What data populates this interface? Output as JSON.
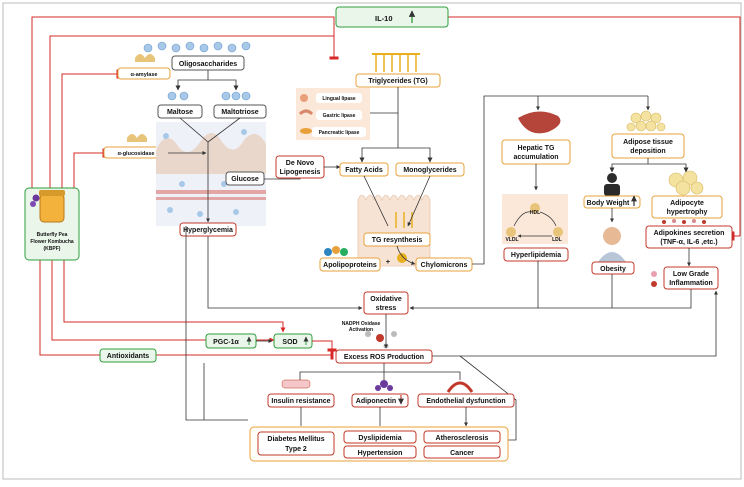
{
  "il10": "IL-10",
  "kbpf": {
    "line1": "Butterfly Pea",
    "line2": "Flower Kombucha",
    "line3": "(KBPF)"
  },
  "enzymes": {
    "amylase": "α-amylase",
    "glucosidase": "α-glucosidase"
  },
  "digestion": {
    "oligosaccharides": "Oligosaccharides",
    "maltose": "Maltose",
    "maltotriose": "Maltotriose",
    "glucose": "Glucose",
    "hyperglycemia": "Hyperglycemia"
  },
  "lipases": {
    "lingual": "Lingual lipase",
    "gastric": "Gastric lipase",
    "pancreatic": "Pancreatic lipase"
  },
  "lipid": {
    "triglycerides": "Triglycerides (TG)",
    "de_novo_1": "De Novo",
    "de_novo_2": "Lipogenesis",
    "fatty_acids": "Fatty Acids",
    "monoglycerides": "Monoglycerides",
    "tg_resynthesis": "TG resynthesis",
    "apolipoproteins": "Apolipoproteins",
    "plus": "+",
    "chylomicrons": "Chylomicrons"
  },
  "liver": {
    "hepatic_1": "Hepatic TG",
    "hepatic_2": "accumulation",
    "hdl": "HDL",
    "vldl": "VLDL",
    "ldl": "LDL",
    "hyperlipidemia": "Hyperlipidemia"
  },
  "adipose": {
    "deposition_1": "Adipose tissue",
    "deposition_2": "deposition",
    "body_weight": "Body Weight",
    "obesity": "Obesity",
    "hypertrophy_1": "Adipocyte",
    "hypertrophy_2": "hypertrophy",
    "adipokines_1": "Adipokines secretion",
    "adipokines_2": "(TNF-α, IL-6 ,etc.)",
    "inflammation_1": "Low Grade",
    "inflammation_2": "Inflammation"
  },
  "stress": {
    "oxidative_1": "Oxidative",
    "oxidative_2": "stress",
    "nadph_1": "NADPH Oxidase",
    "nadph_2": "Activation",
    "pgc": "PGC-1α",
    "sod": "SOD",
    "antioxidants": "Antioxidants",
    "ros": "Excess ROS Production"
  },
  "outcomes": {
    "insulin": "Insulin resistance",
    "adiponectin": "Adiponectin",
    "endothelial": "Endothelial dysfunction",
    "diabetes_1": "Diabetes Mellitus",
    "diabetes_2": "Type 2",
    "dyslipidemia": "Dyslipidemia",
    "hypertension": "Hypertension",
    "atherosclerosis": "Atherosclerosis",
    "cancer": "Cancer"
  },
  "colors": {
    "inhibit": "#d62828",
    "flow": "#333333",
    "orange": "#e8a13a",
    "green": "#2e9e3e",
    "red": "#c0392b"
  }
}
